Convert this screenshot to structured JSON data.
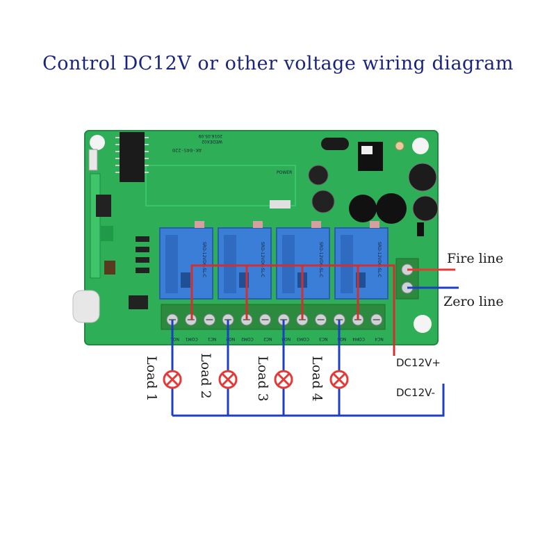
{
  "title": "Control DC12V or other voltage wiring diagram",
  "board": {
    "model_text": "AK-04S-220",
    "code_text": "WEDEX02",
    "date_text": "2016.05.09",
    "power_label": "POWER",
    "relay_text": "SRD-12VDC-SL-C",
    "relay_count": 4,
    "terminal_labels": [
      "NO1",
      "COM1",
      "NC1",
      "NO2",
      "COM2",
      "NC2",
      "NO3",
      "COM3",
      "NC3",
      "NO4",
      "COM4",
      "NC4"
    ]
  },
  "wiring": {
    "fire_line_label": "Fire line",
    "zero_line_label": "Zero line",
    "dc_plus_label": "DC12V+",
    "dc_minus_label": "DC12V-",
    "loads": [
      {
        "label": "Load 1"
      },
      {
        "label": "Load 2"
      },
      {
        "label": "Load 3"
      },
      {
        "label": "Load 4"
      }
    ]
  },
  "colors": {
    "title": "#1a237e",
    "board": "#2fae58",
    "relay": "#3b7ed8",
    "terminal": "#2b8a3e",
    "fire_wire": "#e53935",
    "zero_wire": "#1e3fbf",
    "dc_plus_wire": "#d32f2f",
    "dc_minus_wire": "#1e3fbf",
    "load_lamp": "#e53935"
  }
}
